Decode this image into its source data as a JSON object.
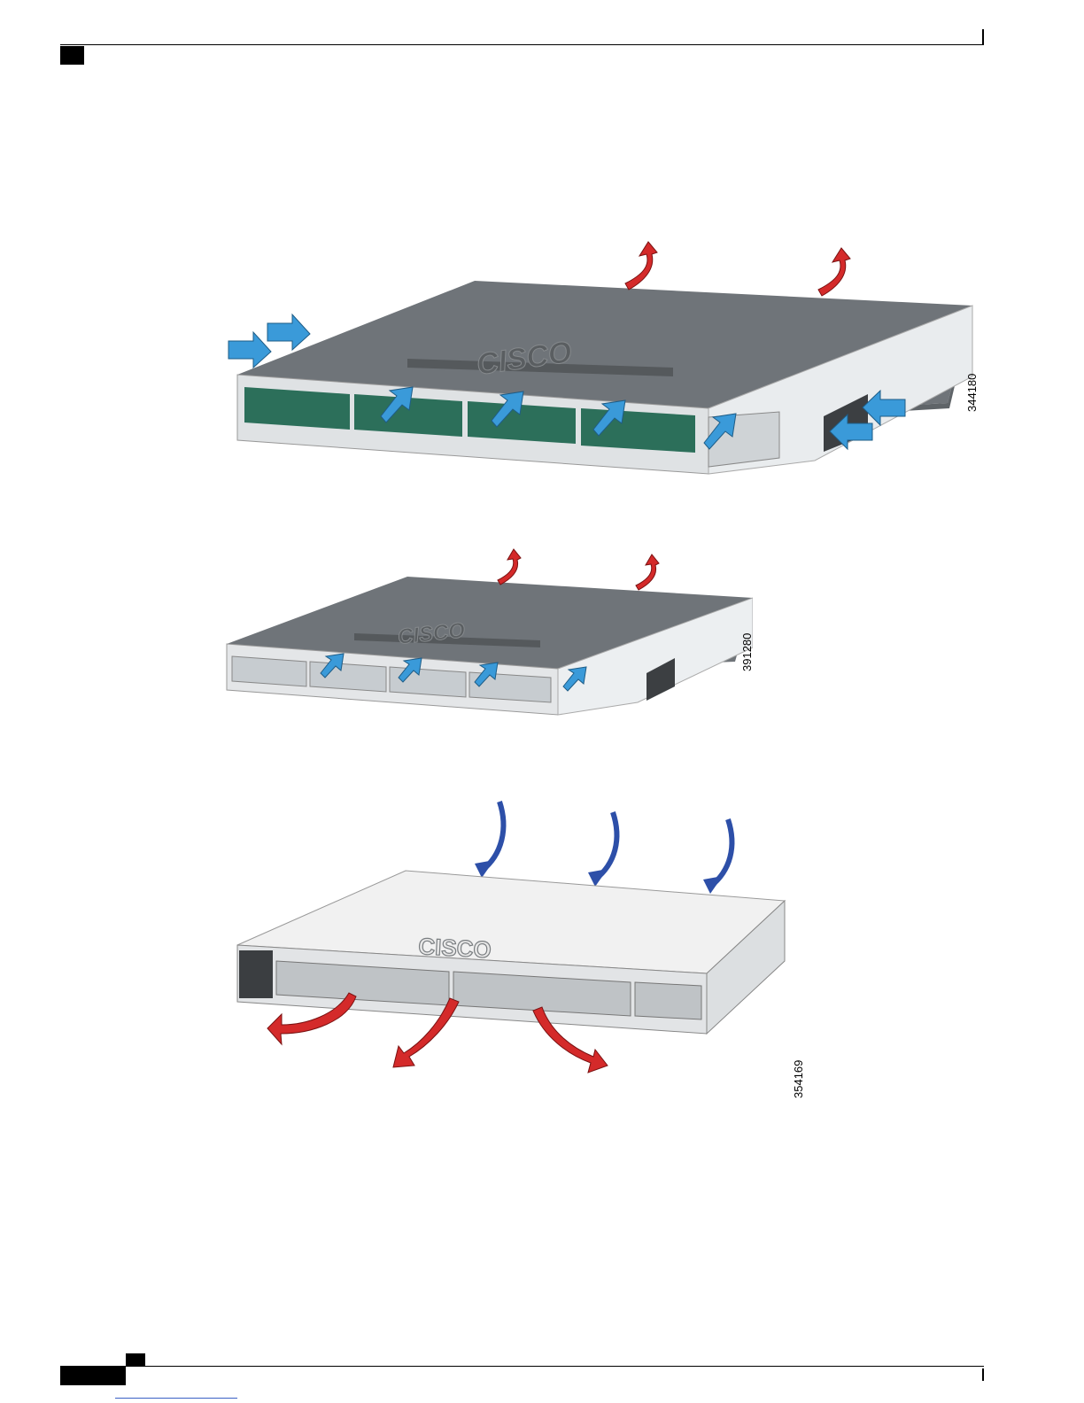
{
  "figures": [
    {
      "id_label": "344180",
      "airflow": "side-to-side and front-to-back with top exhaust"
    },
    {
      "id_label": "391280",
      "airflow": "front intake with top exhaust"
    },
    {
      "id_label": "354169",
      "airflow": "top intake with front exhaust"
    }
  ],
  "brand_text": "CISCO",
  "colors": {
    "intake_arrow": "#3a9ad9",
    "exhaust_arrow": "#d42a2a",
    "top_intake_arrow": "#2d4fa8",
    "chassis_dark": "#6f7479",
    "chassis_light": "#f1f1f1"
  }
}
